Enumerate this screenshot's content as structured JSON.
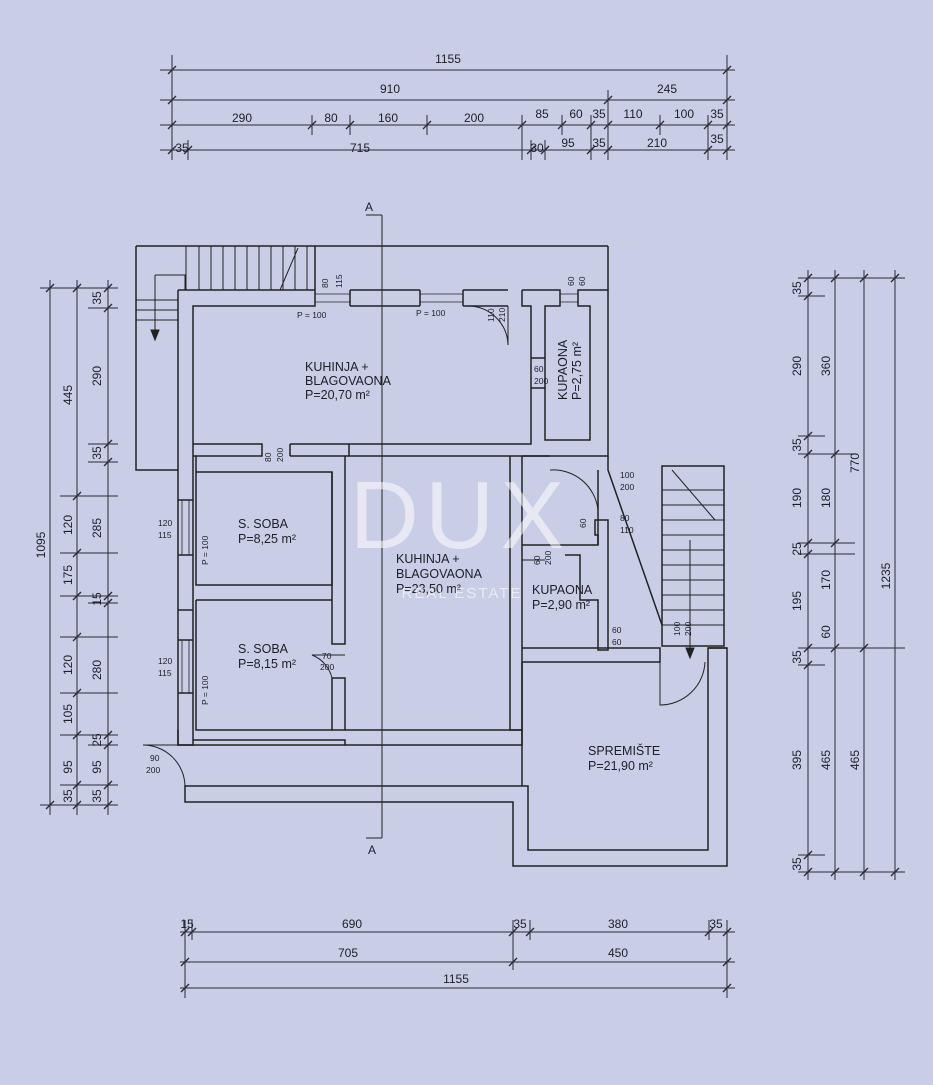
{
  "dimensions": {
    "top": [
      "1155",
      "910",
      "245",
      "290",
      "80",
      "160",
      "200",
      "85",
      "60",
      "35",
      "110",
      "100",
      "35",
      "35",
      "715",
      "30",
      "95",
      "35",
      "210",
      "35"
    ],
    "bottom": [
      "15",
      "690",
      "35",
      "380",
      "35",
      "705",
      "450",
      "1155"
    ],
    "left": [
      "1095",
      "445",
      "35",
      "290",
      "35",
      "120",
      "285",
      "175",
      "15",
      "120",
      "280",
      "105",
      "25",
      "95",
      "95",
      "35",
      "35"
    ],
    "right": [
      "35",
      "290",
      "360",
      "35",
      "770",
      "190",
      "180",
      "25",
      "195",
      "170",
      "60",
      "1235",
      "35",
      "395",
      "465",
      "465",
      "35"
    ]
  },
  "rooms": {
    "kitchen1": {
      "line1": "KUHINJA +",
      "line2": "BLAGOVAONA",
      "area": "P=20,70 m²"
    },
    "bath1": {
      "name": "KUPAONA",
      "area": "P=2,75 m²"
    },
    "bedroom1": {
      "name": "S. SOBA",
      "area": "P=8,25 m²"
    },
    "kitchen2": {
      "line1": "KUHINJA +",
      "line2": "BLAGOVAONA",
      "area": "P=23,50 m²"
    },
    "bath2": {
      "name": "KUPAONA",
      "area": "P=2,90 m²"
    },
    "bedroom2": {
      "name": "S. SOBA",
      "area": "P=8,15 m²"
    },
    "storage": {
      "name": "SPREMIŠTE",
      "area": "P=21,90 m²"
    }
  },
  "openings": {
    "w1_top": "80",
    "w1_bot": "115",
    "w1_p": "P = 100",
    "w2_p": "P = 100",
    "d1_top": "110",
    "d1_bot": "210",
    "w3_top": "60",
    "w3_bot": "60",
    "d2_top": "60",
    "d2_bot": "200",
    "d3_top": "80",
    "d3_bot": "200",
    "d4_top": "100",
    "d4_bot": "200",
    "d5_top": "80",
    "d5_bot": "110",
    "w4_top": "120",
    "w4_bot": "115",
    "w4_p": "P = 100",
    "d6_top": "60",
    "d6_bot": "200",
    "d7_top": "60",
    "d7_bot": "60",
    "w5_top": "120",
    "w5_bot": "115",
    "w5_p": "P = 100",
    "d8_top": "70",
    "d8_bot": "200",
    "d9_top": "100",
    "d9_bot": "200",
    "d10_top": "90",
    "d10_bot": "200",
    "d11": "60"
  },
  "section_marks": {
    "top": "A",
    "bottom": "A"
  },
  "watermark": {
    "logo": "DUX",
    "tagline": "REAL ESTATE"
  }
}
